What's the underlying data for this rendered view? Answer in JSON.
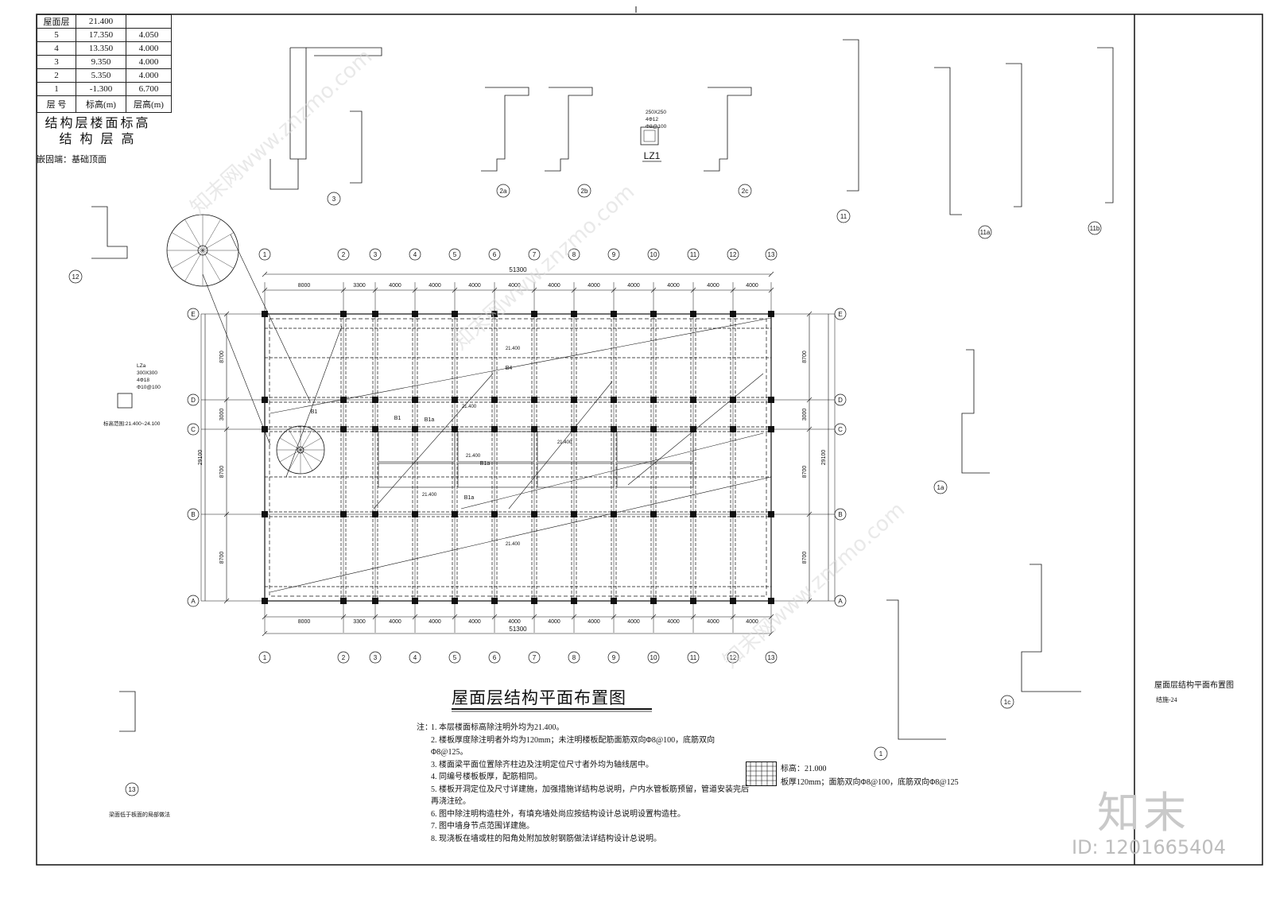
{
  "level_table": {
    "rows": [
      [
        "屋面层",
        "21.400",
        ""
      ],
      [
        "5",
        "17.350",
        "4.050"
      ],
      [
        "4",
        "13.350",
        "4.000"
      ],
      [
        "3",
        "9.350",
        "4.000"
      ],
      [
        "2",
        "5.350",
        "4.000"
      ],
      [
        "1",
        "-1.300",
        "6.700"
      ]
    ],
    "header": [
      "层 号",
      "标高(m)",
      "层高(m)"
    ],
    "caption_line1": "结构层楼面标高",
    "caption_line2": "结 构 层 高",
    "embed_note": "嵌固端：基础顶面"
  },
  "drawing": {
    "title": "屋面层结构平面布置图",
    "total_width": "51300",
    "total_depth": "29100",
    "x_axes": [
      "1",
      "2",
      "3",
      "4",
      "5",
      "6",
      "7",
      "8",
      "9",
      "10",
      "11",
      "12",
      "13"
    ],
    "y_axes": [
      "A",
      "B",
      "C",
      "D",
      "E"
    ],
    "x_spans": [
      "8000",
      "3300",
      "4000",
      "4000",
      "4000",
      "4000",
      "4000",
      "4000",
      "4000",
      "4000",
      "4000",
      "4000"
    ],
    "y_spans": [
      "8700",
      "8700",
      "3000",
      "8700"
    ],
    "slab_labels": [
      "B1",
      "B1a",
      "B1a",
      "B1a",
      "B4",
      "B1"
    ],
    "elevation_labels": [
      "21.400",
      "21.400",
      "21.400",
      "21.400",
      "21.400",
      "21.400"
    ]
  },
  "details": {
    "labels": [
      "3",
      "2a",
      "2b",
      "2c",
      "LZ1",
      "11",
      "11a",
      "11b",
      "12",
      "1a",
      "1",
      "1c",
      "13"
    ],
    "lz1_spec": [
      "250X250",
      "4Φ12",
      "Φ8@100"
    ],
    "lza_spec": [
      "LZa",
      "300X300",
      "4Φ18",
      "Φ10@100"
    ],
    "lza_elev": "标高范围:21.400~24.100",
    "detail13_caption": "梁面低于板面的局部做法"
  },
  "notes": {
    "prefix": "注：",
    "items": [
      "1. 本层楼面标高除注明外均为21.400。",
      "2. 楼板厚度除注明者外均为120mm；未注明楼板配筋面筋双向Φ8@100，底筋双向Φ8@125。",
      "3. 楼面梁平面位置除齐柱边及注明定位尺寸者外均为轴线居中。",
      "4. 同编号楼板板厚，配筋相同。",
      "5. 楼板开洞定位及尺寸详建施，加强措施详结构总说明，户内水管板筋预留，管道安装完后再浇注砼。",
      "6. 图中除注明构造柱外，有填充墙处尚应按结构设计总说明设置构造柱。",
      "7. 图中墙身节点范围详建施。",
      "8. 现浇板在墙或柱的阳角处附加放射钢筋做法详结构设计总说明。"
    ]
  },
  "legend": {
    "line1": "标高：21.000",
    "line2": "板厚120mm；面筋双向Φ8@100，底筋双向Φ8@125"
  },
  "title_block": {
    "sheet_name": "屋面层结构平面布置图",
    "sheet_no": "结施-24"
  },
  "watermark": {
    "logo": "知末",
    "id": "ID: 1201665404",
    "text": "知末网www.znzmo.com"
  }
}
